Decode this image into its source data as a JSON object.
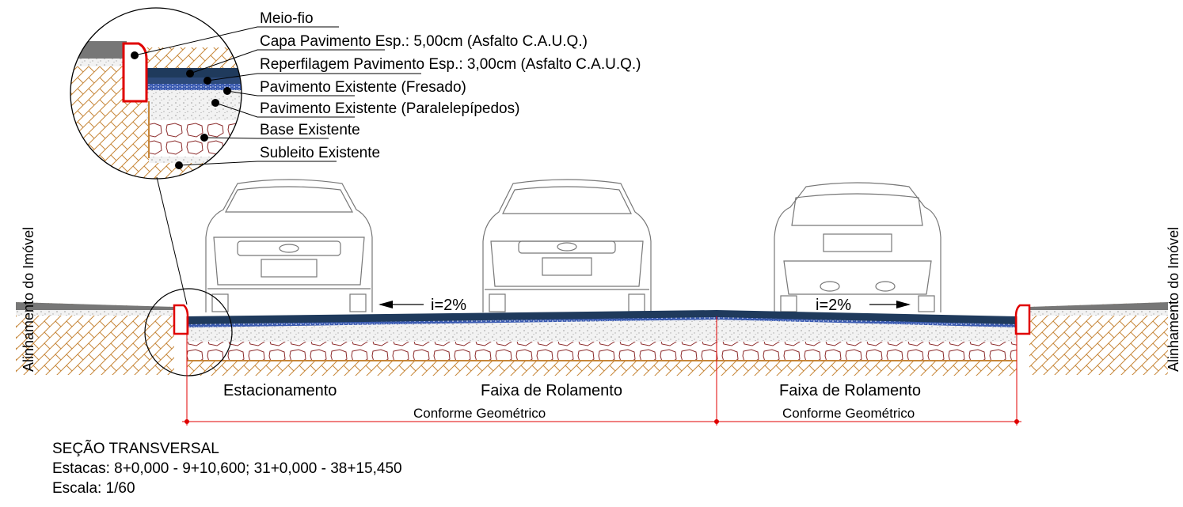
{
  "legend": [
    {
      "text": "Meio-fio"
    },
    {
      "text": "Capa Pavimento Esp.: 5,00cm (Asfalto C.A.U.Q.)"
    },
    {
      "text": "Reperfilagem Pavimento Esp.: 3,00cm (Asfalto C.A.U.Q.)"
    },
    {
      "text": "Pavimento Existente (Fresado)"
    },
    {
      "text": "Pavimento Existente (Paralelepípedos)"
    },
    {
      "text": "Base Existente"
    },
    {
      "text": "Subleito Existente"
    }
  ],
  "side_labels": {
    "left": "Alinhamento do Imóvel",
    "right": "Alinhamento do Imóvel"
  },
  "slopes": {
    "left": "i=2%",
    "right": "i=2%"
  },
  "lanes": {
    "parking": "Estacionamento",
    "lane_left": "Faixa de Rolamento",
    "lane_right": "Faixa de Rolamento"
  },
  "dimensions": {
    "left": "Conforme Geométrico",
    "right": "Conforme Geométrico"
  },
  "title": {
    "section": "SEÇÃO TRANSVERSAL",
    "stations": "Estacas: 8+0,000 - 9+10,600; 31+0,000 - 38+15,450",
    "scale": "Escala: 1/60"
  },
  "colors": {
    "asphalt": "#1f3a5c",
    "curb": "#e00000",
    "subgrade": "#c7873a",
    "cobble": "#8b2a2a",
    "dimension": "#e00000"
  }
}
